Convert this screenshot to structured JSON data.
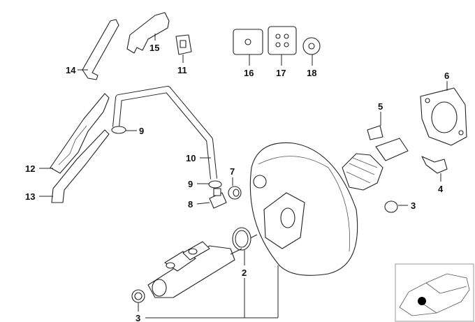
{
  "diagram": {
    "title": "Brake servo / master cylinder parts diagram",
    "callouts": [
      {
        "id": "c14",
        "label": "14"
      },
      {
        "id": "c15",
        "label": "15"
      },
      {
        "id": "c11",
        "label": "11"
      },
      {
        "id": "c16",
        "label": "16"
      },
      {
        "id": "c17",
        "label": "17"
      },
      {
        "id": "c18",
        "label": "18"
      },
      {
        "id": "c6",
        "label": "6"
      },
      {
        "id": "c5",
        "label": "5"
      },
      {
        "id": "c9a",
        "label": "9"
      },
      {
        "id": "c10",
        "label": "10"
      },
      {
        "id": "c12",
        "label": "12"
      },
      {
        "id": "c13",
        "label": "13"
      },
      {
        "id": "c9b",
        "label": "9"
      },
      {
        "id": "c7",
        "label": "7"
      },
      {
        "id": "c8",
        "label": "8"
      },
      {
        "id": "c4",
        "label": "4"
      },
      {
        "id": "c3a",
        "label": "3"
      },
      {
        "id": "c2",
        "label": "2"
      },
      {
        "id": "c3b",
        "label": "3"
      }
    ],
    "locator_marker_color": "#000000"
  }
}
